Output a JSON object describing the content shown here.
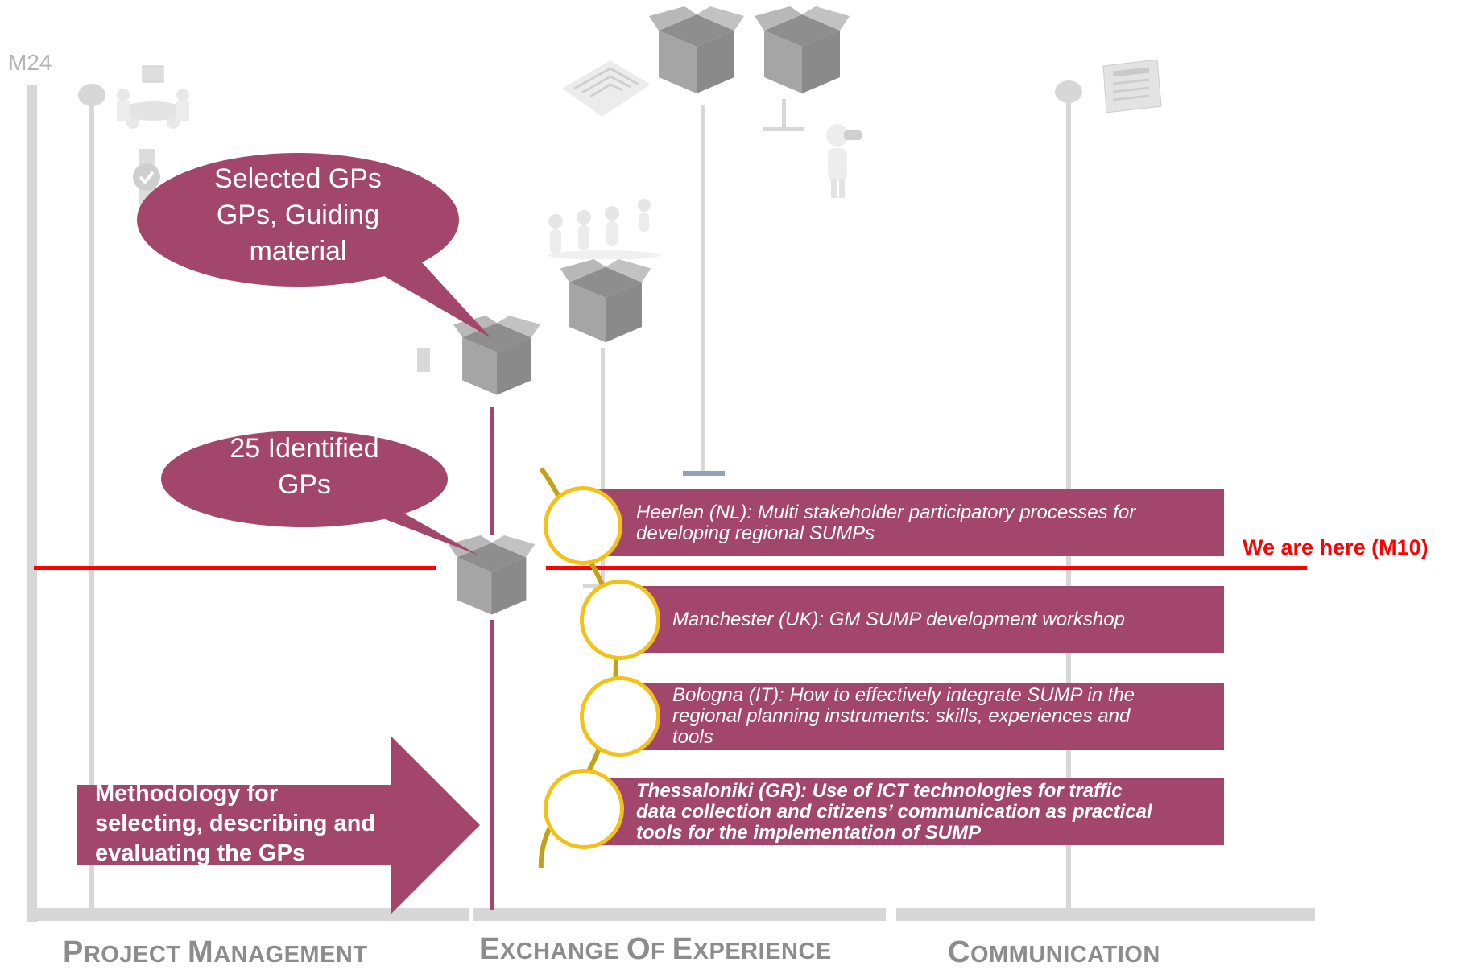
{
  "timeline": {
    "top_marker": "M24",
    "current_marker": "We are here (M10)"
  },
  "callouts": {
    "selected": [
      "Selected GPs",
      "GPs, Guiding",
      "material"
    ],
    "identified": [
      "25 Identified",
      "GPs"
    ]
  },
  "methodology": [
    "Methodology for",
    "selecting, describing and",
    "evaluating the GPs"
  ],
  "good_practices": [
    {
      "lines": [
        "Heerlen (NL): Multi stakeholder participatory processes for",
        "developing regional SUMPs"
      ]
    },
    {
      "lines": [
        "Manchester (UK): GM SUMP development workshop"
      ]
    },
    {
      "lines": [
        "Bologna (IT):  How to effectively integrate SUMP in the",
        "regional planning instruments: skills, experiences and",
        "tools"
      ]
    },
    {
      "lines": [
        "Thessaloniki (GR):  Use of ICT technologies for traffic",
        "data collection and citizens’ communication as practical",
        "tools for the implementation of SUMP"
      ]
    }
  ],
  "columns": {
    "project_management": {
      "first": "P",
      "rest": "ROJECT ",
      "first2": "M",
      "rest2": "ANAGEMENT"
    },
    "exchange": {
      "first": "E",
      "rest": "XCHANGE ",
      "first2": "O",
      "rest2": "F ",
      "first3": "E",
      "rest3": "XPERIENCE"
    },
    "communication": {
      "first": "C",
      "rest": "OMMUNICATION"
    }
  },
  "icons": [
    "meeting-icon",
    "watch-icon",
    "maze-icon",
    "open-box-icon",
    "binoculars-person-icon",
    "team-icon",
    "newspaper-icon"
  ],
  "colors": {
    "accent": "#a2466b",
    "ring": "#f2c21b",
    "current": "#ff0000",
    "axis": "#d7d7d7"
  }
}
